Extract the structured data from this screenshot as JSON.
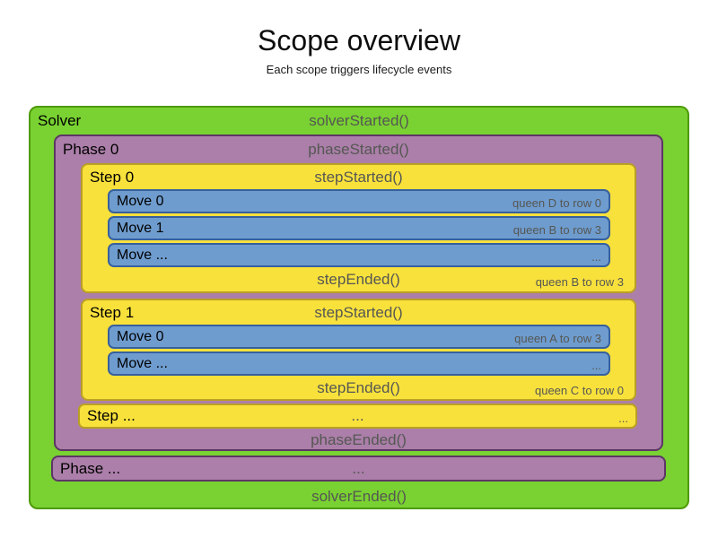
{
  "title": "Scope overview",
  "subtitle": "Each scope triggers lifecycle events",
  "colors": {
    "solver_fill": "#79d231",
    "solver_border": "#4e9a06",
    "phase_fill": "#ab7fa9",
    "phase_border": "#5c3566",
    "step_fill": "#f9e13c",
    "step_border": "#baa023",
    "move_fill": "#6f9cce",
    "move_border": "#36609d",
    "event_text": "#555753",
    "label_text": "#000000"
  },
  "solver": {
    "label": "Solver",
    "started_event": "solverStarted()",
    "ended_event": "solverEnded()",
    "phases": [
      {
        "label": "Phase 0",
        "started_event": "phaseStarted()",
        "ended_event": "phaseEnded()",
        "steps": [
          {
            "label": "Step 0",
            "started_event": "stepStarted()",
            "ended_event": "stepEnded()",
            "ended_detail": "queen B to row 3",
            "moves": [
              {
                "label": "Move 0",
                "detail": "queen D to row 0"
              },
              {
                "label": "Move 1",
                "detail": "queen B to row 3"
              },
              {
                "label": "Move ...",
                "detail": "..."
              }
            ]
          },
          {
            "label": "Step 1",
            "started_event": "stepStarted()",
            "ended_event": "stepEnded()",
            "ended_detail": "queen C to row 0",
            "moves": [
              {
                "label": "Move 0",
                "detail": "queen A to row 3"
              },
              {
                "label": "Move ...",
                "detail": "..."
              }
            ]
          }
        ],
        "step_more": {
          "label": "Step ...",
          "center": "...",
          "right": "..."
        }
      }
    ],
    "phase_more": {
      "label": "Phase ...",
      "center": "..."
    }
  }
}
